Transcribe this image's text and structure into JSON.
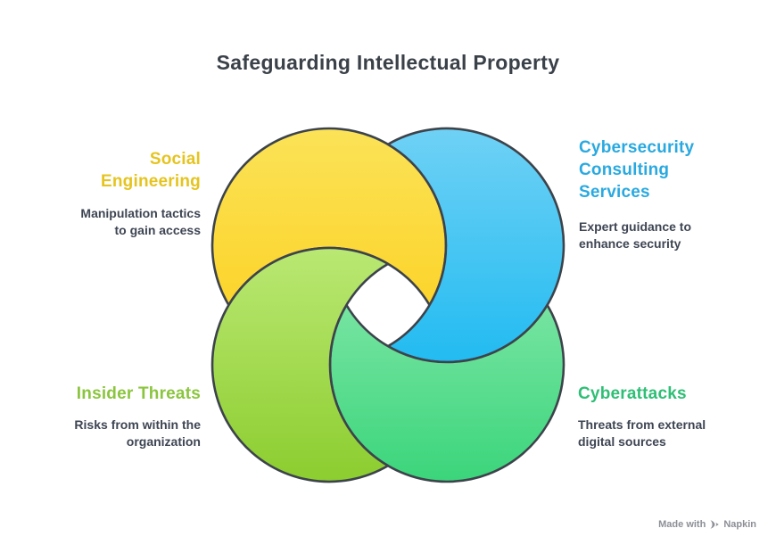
{
  "title": "Safeguarding Intellectual Property",
  "sections": [
    {
      "id": "social-engineering",
      "label": "Social Engineering",
      "description": "Manipulation tactics to gain access",
      "label_color": "#e5c41f",
      "circle_gradient_top": "#fbe257",
      "circle_gradient_bottom": "#fcd01d"
    },
    {
      "id": "cybersecurity-consulting-services",
      "label": "Cybersecurity Consulting Services",
      "description": "Expert guidance to enhance security",
      "label_color": "#2aa9e0",
      "circle_gradient_top": "#6fd1f5",
      "circle_gradient_bottom": "#22bbf1"
    },
    {
      "id": "insider-threats",
      "label": "Insider Threats",
      "description": "Risks from within the organization",
      "label_color": "#8bc53e",
      "circle_gradient_top": "#bae873",
      "circle_gradient_bottom": "#8ccd2f"
    },
    {
      "id": "cyberattacks",
      "label": "Cyberattacks",
      "description": "Threats from external digital sources",
      "label_color": "#2fbe75",
      "circle_gradient_top": "#8ae9ae",
      "circle_gradient_bottom": "#3bd57b"
    }
  ],
  "diagram": {
    "type": "four-interlocking-circles-pinwheel",
    "outline_color": "#3d434b",
    "title_color": "#3b4149",
    "description_text_color": "#3e4553"
  },
  "watermark": {
    "prefix": "Made with",
    "brand": "Napkin",
    "icon": "pen-nib-icon",
    "color": "#8c8f96"
  }
}
